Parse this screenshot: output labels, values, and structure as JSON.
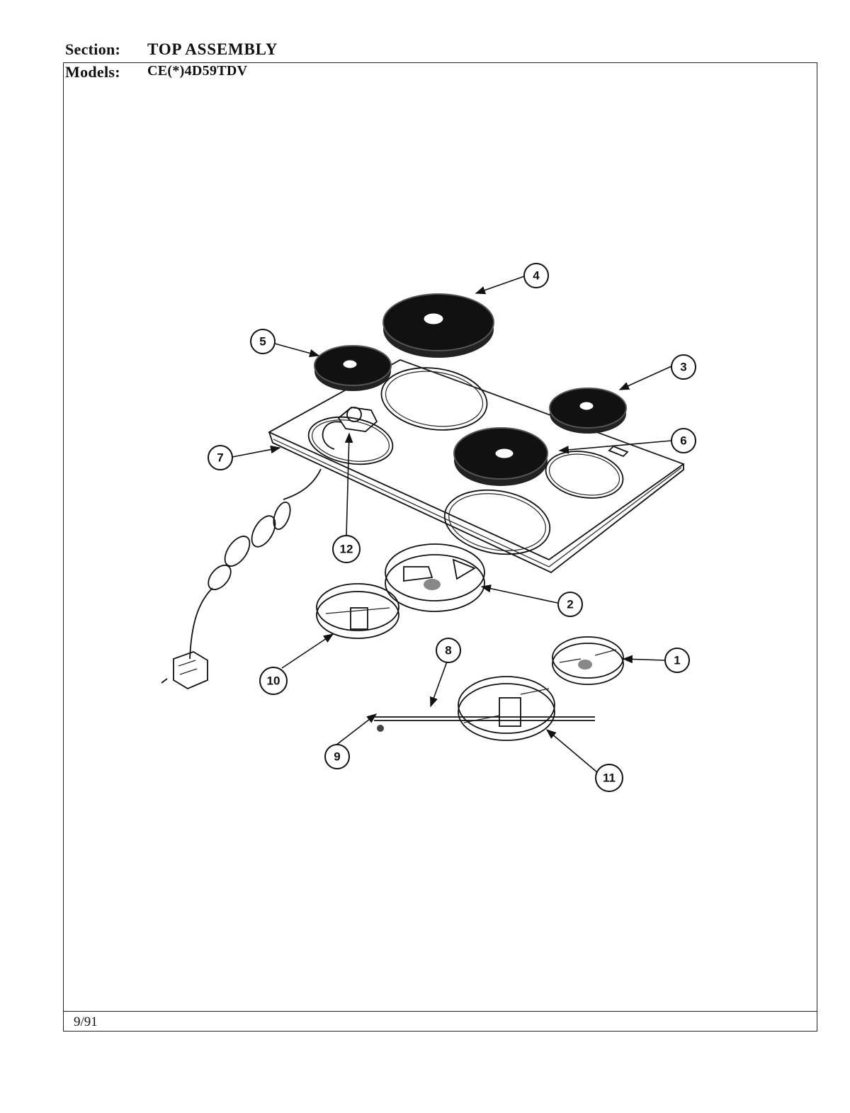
{
  "header": {
    "section_label": "Section:",
    "section_value": "TOP ASSEMBLY",
    "models_label": "Models:",
    "models_value": "CE(*)4D59TDV"
  },
  "footer": {
    "date": "9/91"
  },
  "callouts": [
    {
      "id": "1",
      "label": "1"
    },
    {
      "id": "2",
      "label": "2"
    },
    {
      "id": "3",
      "label": "3"
    },
    {
      "id": "4",
      "label": "4"
    },
    {
      "id": "5",
      "label": "5"
    },
    {
      "id": "6",
      "label": "6"
    },
    {
      "id": "7",
      "label": "7"
    },
    {
      "id": "8",
      "label": "8"
    },
    {
      "id": "9",
      "label": "9"
    },
    {
      "id": "10",
      "label": "10"
    },
    {
      "id": "11",
      "label": "11"
    },
    {
      "id": "12",
      "label": "12"
    }
  ]
}
